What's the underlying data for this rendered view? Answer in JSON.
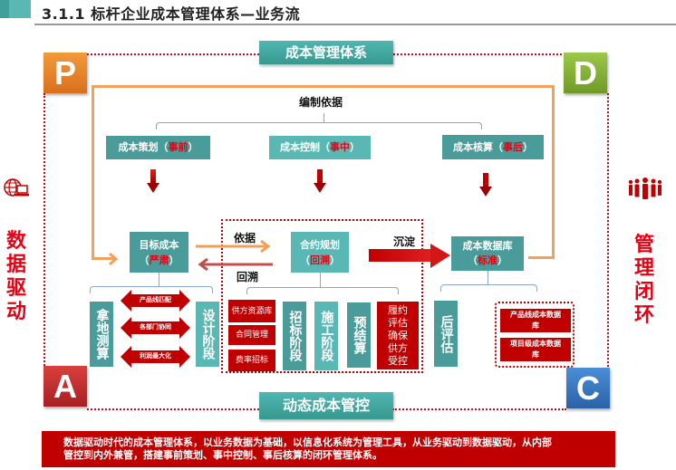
{
  "header": {
    "title": "3.1.1  标杆企业成本管理体系—业务流"
  },
  "pdca": {
    "p": "P",
    "d": "D",
    "c": "C",
    "a": "A"
  },
  "banners": {
    "top": "成本管理体系",
    "bottom": "动态成本管控"
  },
  "side": {
    "left_icon": "globe-computer-icon",
    "left_text": [
      "数",
      "据",
      "驱",
      "动"
    ],
    "right_icon": "people-group-icon",
    "right_text": [
      "管",
      "理",
      "闭",
      "环"
    ]
  },
  "basis_label": "编制依据",
  "phases": [
    {
      "label": "成本策划（",
      "highlight": "事前",
      "close": "）"
    },
    {
      "label": "成本控制（",
      "highlight": "事中",
      "close": "）"
    },
    {
      "label": "成本核算（",
      "highlight": "事后",
      "close": "）"
    }
  ],
  "nodes": {
    "target": {
      "label": "目标成本",
      "open": "（",
      "highlight": "严肃",
      "close": "）"
    },
    "contract": {
      "label": "合约规划",
      "open": "（",
      "highlight": "回溯",
      "close": "）"
    },
    "database": {
      "label": "成本数据库",
      "open": "（",
      "highlight": "标准",
      "close": "）"
    }
  },
  "arrows": {
    "basis": "依据",
    "trace_back": "回溯",
    "deposit": "沉淀"
  },
  "left_group": {
    "col_left": "拿地测算",
    "col_right": "设计阶段",
    "arrows": [
      "产品线匹配",
      "各部门协同",
      "利润最大化"
    ]
  },
  "middle_group": {
    "red_items": [
      "供方资源库",
      "合同管理",
      "费率招标"
    ],
    "cols": [
      "招标阶段",
      "施工阶段",
      "预结算"
    ],
    "red_tall": [
      "履约",
      "评估",
      "确保",
      "供方",
      "受控"
    ]
  },
  "right_group": {
    "col": "后评估",
    "red_items": [
      "产品线成本数据库",
      "项目级成本数据库"
    ]
  },
  "summary": {
    "line1": "数据驱动时代的成本管理体系，以业务数据为基础，以信息化系统为管理工具，从业务驱动到数据驱动，从内部",
    "line2": "管控到内外兼管，搭建事前策划、事中控制、事后核算的闭环管理体系。"
  }
}
